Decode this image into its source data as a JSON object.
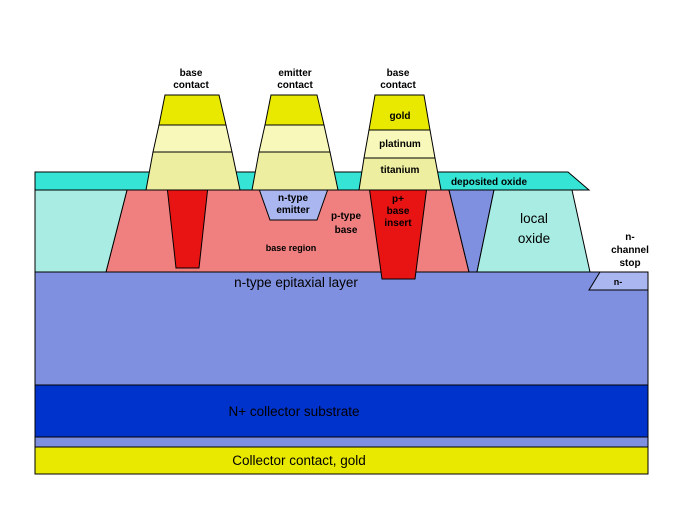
{
  "contacts": {
    "left_label_line1": "base",
    "left_label_line2": "contact",
    "middle_label_line1": "emitter",
    "middle_label_line2": "contact",
    "right_label_line1": "base",
    "right_label_line2": "contact",
    "layer_gold": "gold",
    "layer_platinum": "platinum",
    "layer_titanium": "titanium"
  },
  "regions": {
    "deposited_oxide": "deposited oxide",
    "n_emitter_line1": "n-type",
    "n_emitter_line2": "emitter",
    "p_base_line1": "p-type",
    "p_base_line2": "base",
    "p_insert_line1": "p+",
    "p_insert_line2": "base",
    "p_insert_line3": "insert",
    "base_region": "base region",
    "local_oxide_line1": "local",
    "local_oxide_line2": "oxide",
    "channel_stop_line1": "n-",
    "channel_stop_line2": "channel",
    "channel_stop_line3": "stop",
    "n_minus": "n-",
    "epitaxial": "n-type epitaxial layer",
    "substrate": "N+ collector substrate",
    "collector": "Collector contact, gold"
  },
  "colors": {
    "gold": "#e9e900",
    "platinum": "#f8f8bb",
    "titanium": "#edeea0",
    "deposited_oxide": "#35e4d4",
    "field_oxide": "#a9ece4",
    "p_base": "#f08080",
    "p_plus": "#e81414",
    "n_light": "#aab6f0",
    "epitaxial": "#8090e0",
    "substrate": "#0033cc",
    "collector_contact": "#e9e900",
    "text_dark": "#000000",
    "text_light": "#ffffff",
    "text_yellow": "#ffff00"
  }
}
